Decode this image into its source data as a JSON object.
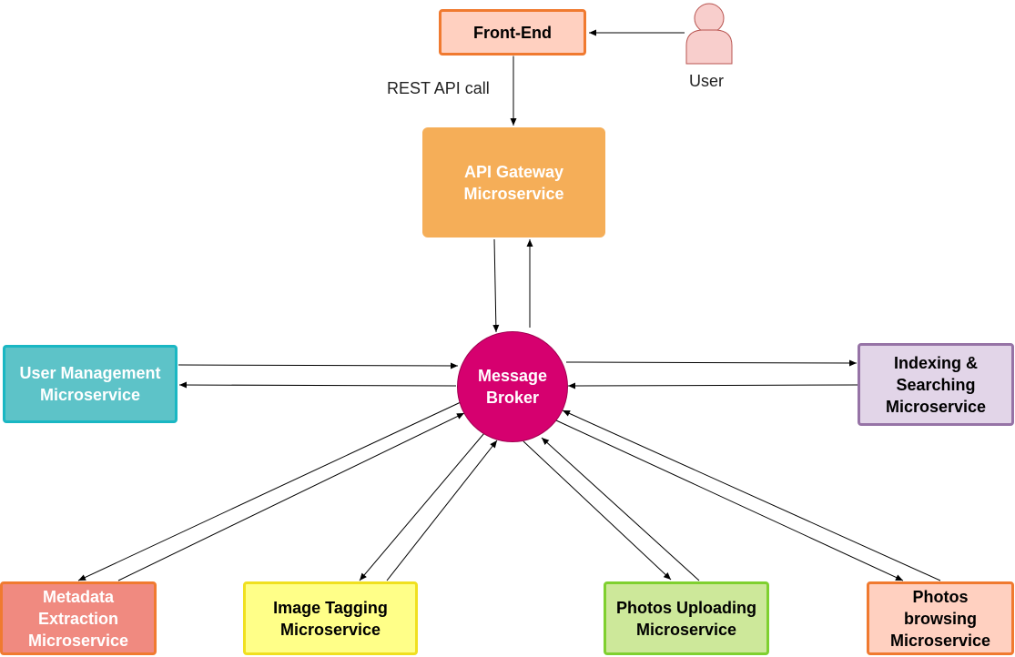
{
  "nodes": {
    "frontend": {
      "line1": "Front-End"
    },
    "gateway": {
      "line1": "API Gateway",
      "line2": "Microservice"
    },
    "broker": {
      "line1": "Message",
      "line2": "Broker"
    },
    "user_mgmt": {
      "line1": "User Management",
      "line2": "Microservice"
    },
    "indexing": {
      "line1": "Indexing &",
      "line2": "Searching",
      "line3": "Microservice"
    },
    "metadata": {
      "line1": "Metadata",
      "line2": "Extraction",
      "line3": "Microservice"
    },
    "tagging": {
      "line1": "Image Tagging",
      "line2": "Microservice"
    },
    "uploading": {
      "line1": "Photos Uploading",
      "line2": "Microservice"
    },
    "browsing": {
      "line1": "Photos",
      "line2": "browsing",
      "line3": "Microservice"
    }
  },
  "actor": {
    "label": "User"
  },
  "edge_labels": {
    "rest": "REST API call"
  },
  "colors": {
    "frontend_fill": "#FFD0C0",
    "frontend_stroke": "#F07A30",
    "gateway_fill": "#F5AE58",
    "broker_fill": "#D6006F",
    "broker_stroke": "#A00050",
    "user_mgmt_fill": "#5DC3C8",
    "user_mgmt_stroke": "#1AB7C3",
    "indexing_fill": "#E2D5E8",
    "indexing_stroke": "#9673A6",
    "metadata_fill": "#F08A80",
    "metadata_stroke": "#F07A30",
    "tagging_fill": "#FFFF88",
    "tagging_stroke": "#F0E020",
    "uploading_fill": "#CDE89A",
    "uploading_stroke": "#7FD02F",
    "browsing_fill": "#FFD0C0",
    "browsing_stroke": "#F07A30",
    "actor_fill": "#F8CECC",
    "actor_stroke": "#B85450"
  }
}
